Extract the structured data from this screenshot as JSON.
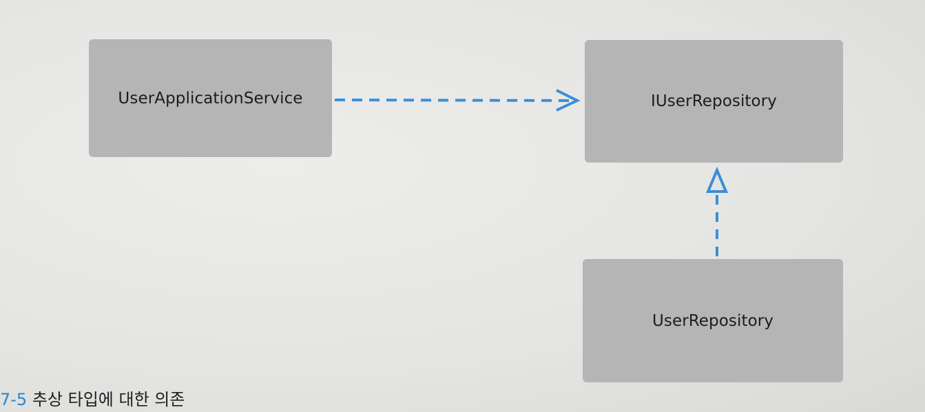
{
  "nodes": {
    "app_service": "UserApplicationService",
    "interface_repo": "IUserRepository",
    "impl_repo": "UserRepository"
  },
  "caption": {
    "number": "7-5",
    "text": " 추상 타입에 대한 의존"
  },
  "colors": {
    "box": "#b5b5b5",
    "arrow": "#3a8fd6",
    "caption_number": "#2f86c8"
  }
}
